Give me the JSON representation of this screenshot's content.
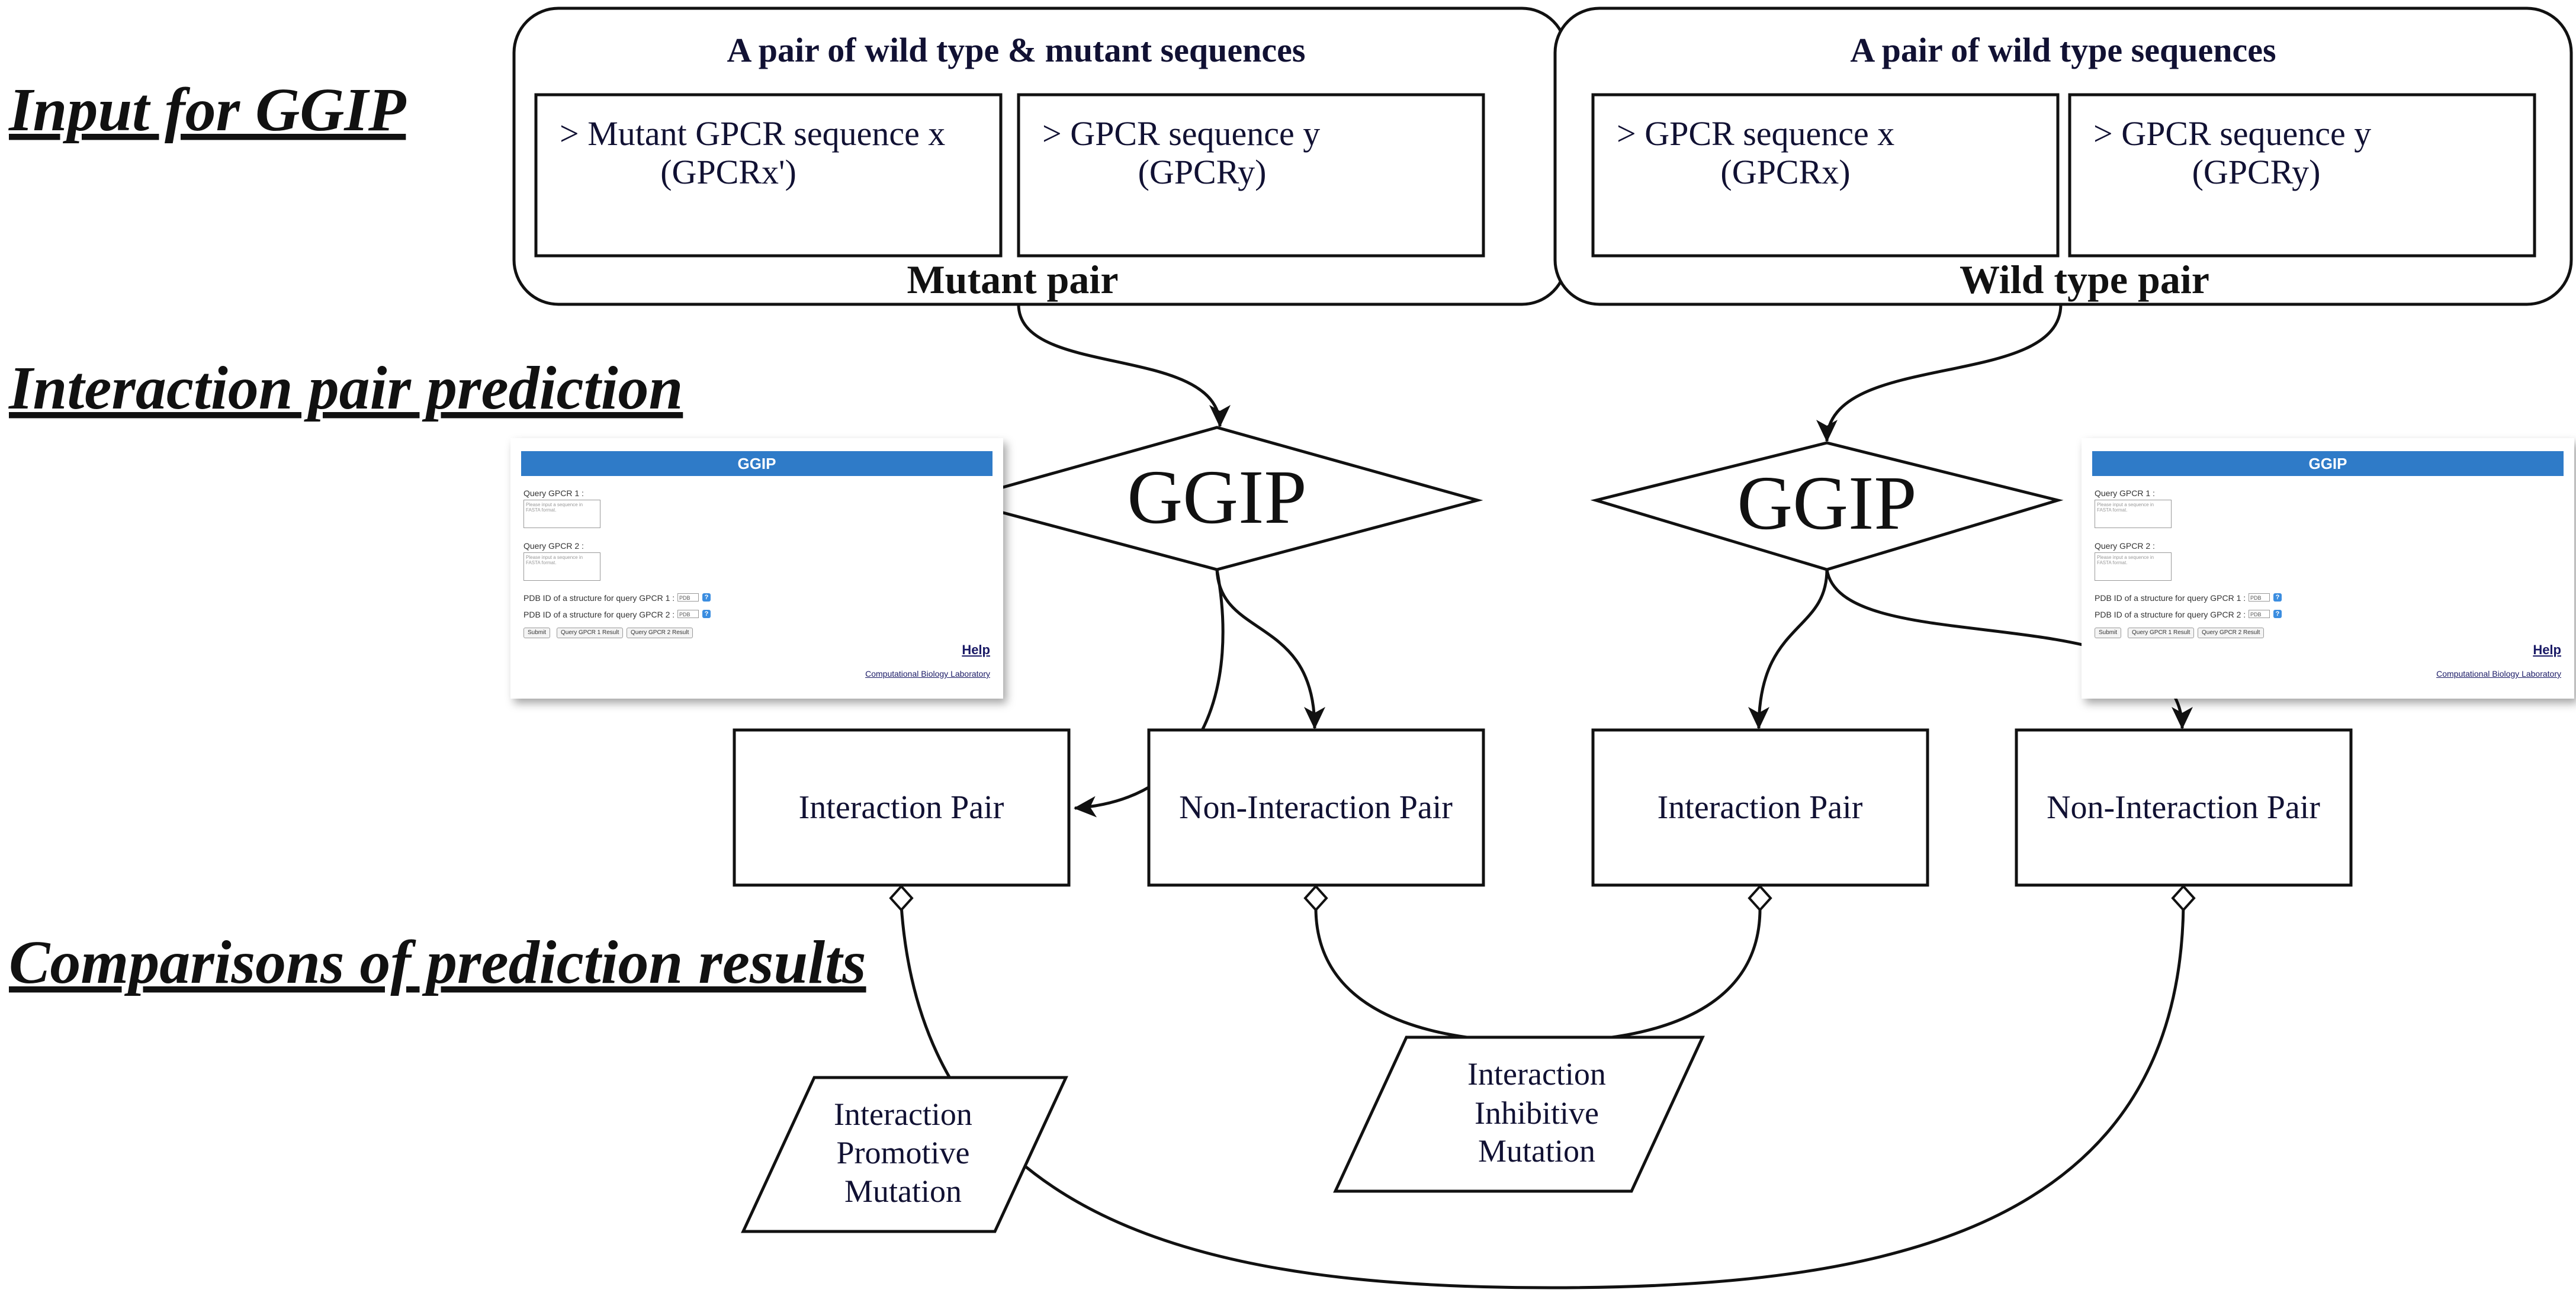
{
  "sections": {
    "input": "Input for GGIP",
    "prediction": "Interaction pair prediction",
    "comparison": "Comparisons of prediction results"
  },
  "mutant_group": {
    "title": "A pair of wild type & mutant sequences",
    "seq1_line1": "> Mutant GPCR sequence x",
    "seq1_line2": "(GPCRx')",
    "seq2_line1": "> GPCR sequence y",
    "seq2_line2": "(GPCRy)",
    "label": "Mutant pair"
  },
  "wild_group": {
    "title": "A pair of wild type sequences",
    "seq1_line1": "> GPCR sequence x",
    "seq1_line2": "(GPCRx)",
    "seq2_line1": "> GPCR sequence y",
    "seq2_line2": "(GPCRy)",
    "label": "Wild type pair"
  },
  "predictor": "GGIP",
  "results": {
    "mutant_interaction": "Interaction Pair",
    "mutant_non_interaction": "Non-Interaction Pair",
    "wild_interaction": "Interaction Pair",
    "wild_non_interaction": "Non-Interaction Pair"
  },
  "mutations": {
    "promotive": [
      "Interaction",
      "Promotive",
      "Mutation"
    ],
    "inhibitive": [
      "Interaction",
      "Inhibitive",
      "Mutation"
    ]
  },
  "screenshot": {
    "title": "GGIP",
    "query1_label": "Query GPCR 1 :",
    "query2_label": "Query GPCR 2 :",
    "textarea_placeholder": "Please input a sequence in FASTA format.",
    "pdb1_label": "PDB ID of a structure for query GPCR 1 :",
    "pdb2_label": "PDB ID of a structure for query GPCR 2 :",
    "pdb_value": "PDB",
    "help_mark": "?",
    "buttons": [
      "Submit",
      "Query GPCR 1 Result",
      "Query GPCR 2 Result"
    ],
    "help_link": "Help",
    "lab_link": "Computational Biology Laboratory"
  },
  "colors": {
    "line": "#111111",
    "header_bar": "#2f7bc8",
    "text_navy": "#111133"
  }
}
